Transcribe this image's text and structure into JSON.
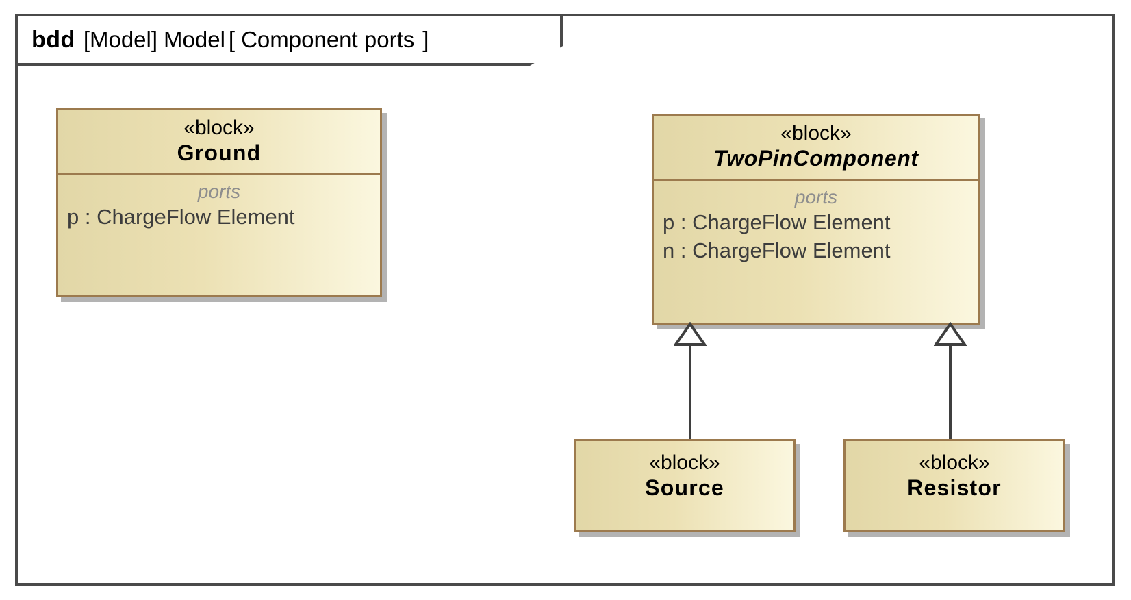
{
  "diagram": {
    "kind": "bdd",
    "model_qualifier": "[Model]",
    "model_name": "Model",
    "bracket_open": "[",
    "diagram_label": "Component ports",
    "bracket_close": "]",
    "frame_border_color": "#4a4a4a",
    "background": "#ffffff"
  },
  "style": {
    "block_border": "#9c7a4e",
    "block_fill_left": "#e2d7a7",
    "block_fill_right": "#fbf7df",
    "shadow": "#b3b3b3",
    "connector": "#3f3f3f",
    "compartment_label_color": "#8e8e8e",
    "port_text_color": "#3d3d3d"
  },
  "blocks": [
    {
      "id": "ground",
      "stereotype": "«block»",
      "name": "Ground",
      "abstract": false,
      "compartments": [
        {
          "label": "ports",
          "rows": [
            "p : ChargeFlow Element"
          ]
        }
      ]
    },
    {
      "id": "twopincomponent",
      "stereotype": "«block»",
      "name": "TwoPinComponent",
      "abstract": true,
      "compartments": [
        {
          "label": "ports",
          "rows": [
            "p : ChargeFlow Element",
            "n : ChargeFlow Element"
          ]
        }
      ]
    },
    {
      "id": "source",
      "stereotype": "«block»",
      "name": "Source",
      "abstract": false,
      "compartments": []
    },
    {
      "id": "resistor",
      "stereotype": "«block»",
      "name": "Resistor",
      "abstract": false,
      "compartments": []
    }
  ],
  "relationships": [
    {
      "type": "generalization",
      "from": "source",
      "to": "twopincomponent"
    },
    {
      "type": "generalization",
      "from": "resistor",
      "to": "twopincomponent"
    }
  ]
}
